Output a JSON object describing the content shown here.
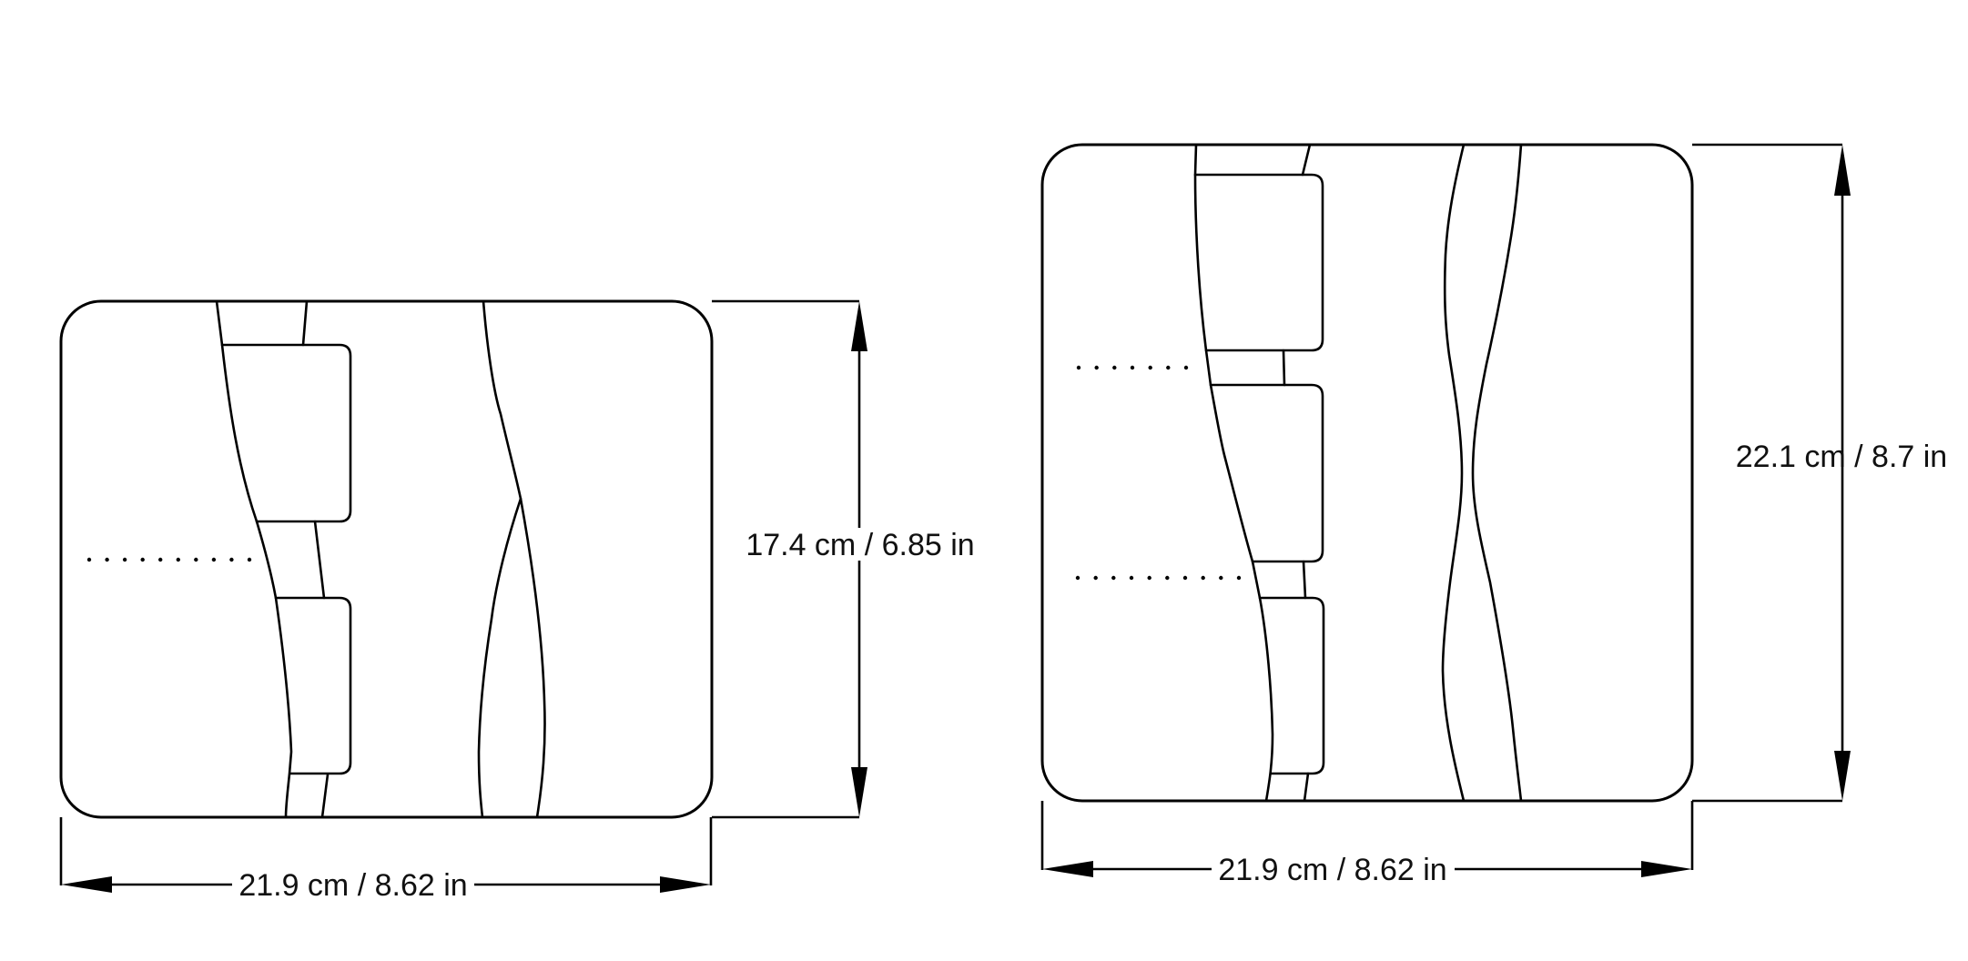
{
  "figures": [
    {
      "name": "figure-left",
      "width_label": "21.9 cm / 8.62 in",
      "height_label": "17.4 cm / 6.85 in",
      "pockets": 2,
      "dotted_rows": [
        10
      ]
    },
    {
      "name": "figure-right",
      "width_label": "21.9 cm / 8.62 in",
      "height_label": "22.1 cm / 8.7 in",
      "pockets": 3,
      "dotted_rows": [
        7,
        10
      ]
    }
  ],
  "colors": {
    "line": "#000000",
    "background": "#ffffff"
  }
}
